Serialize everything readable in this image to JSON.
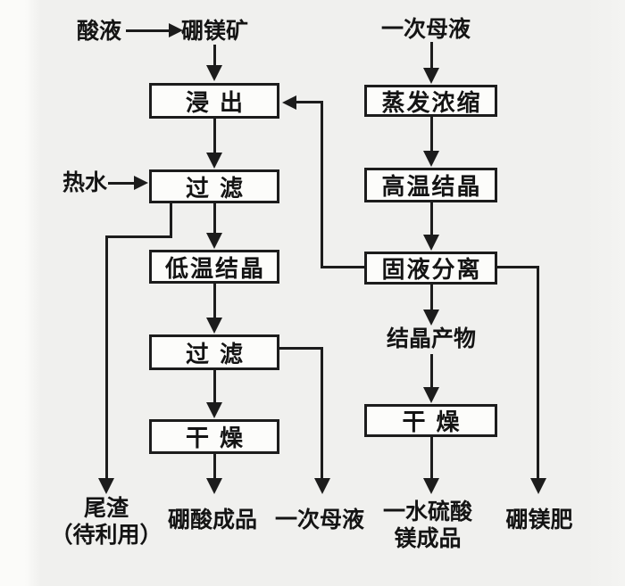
{
  "flowchart": {
    "left": {
      "acid": "酸液",
      "ore": "硼镁矿",
      "hot_water": "热水",
      "leach": "浸出",
      "filter1": "过滤",
      "low_temp_cryst": "低温结晶",
      "filter2": "过滤",
      "dry": "干燥",
      "tailings_l1": "尾渣",
      "tailings_l2": "（待利用）",
      "boric_acid": "硼酸成品",
      "mother_liquor_out": "一次母液"
    },
    "right": {
      "mother_liquor_in": "一次母液",
      "evaporation": "蒸发浓缩",
      "high_temp_cryst": "高温结晶",
      "solid_liquid_sep": "固液分离",
      "crystal_product": "结晶产物",
      "dry": "干燥",
      "mgso4_l1": "一水硫酸",
      "mgso4_l2": "镁成品",
      "fertilizer": "硼镁肥"
    },
    "colors": {
      "line": "#1c1c1c",
      "box_fill": "#fcfcfa",
      "background": "#f0f0ee",
      "text": "#141414"
    }
  }
}
